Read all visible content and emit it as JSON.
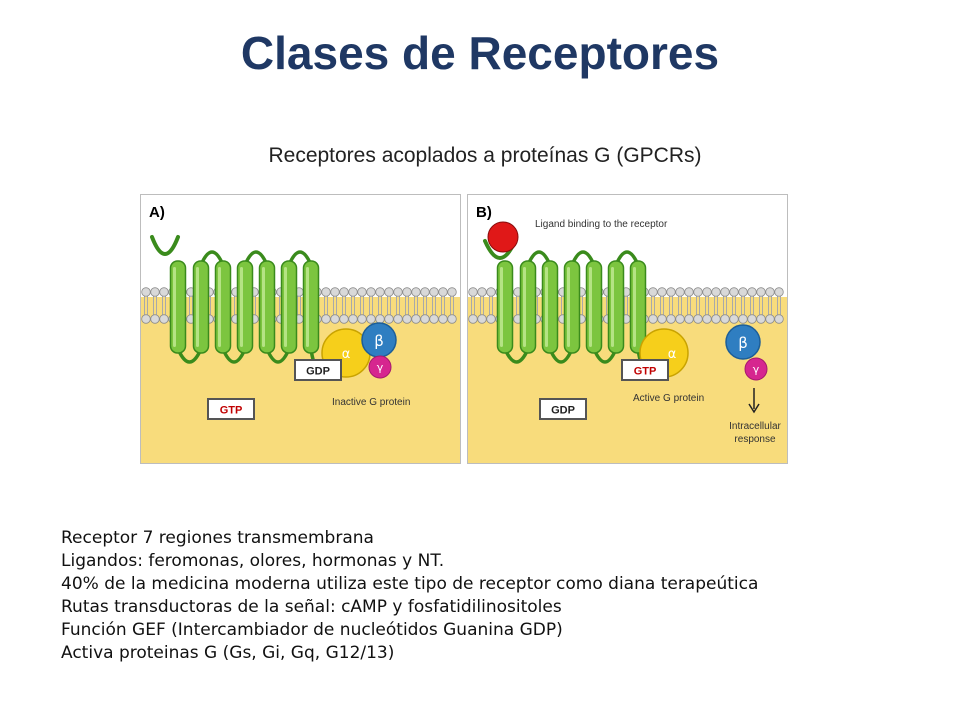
{
  "slide": {
    "title": "Clases de Receptores"
  },
  "diagram": {
    "title": "Receptores acoplados a proteínas G (GPCRs)",
    "panel_a": {
      "label": "A)",
      "gdp_box": "GDP",
      "gtp_box": "GTP",
      "alpha": "α",
      "beta": "β",
      "gamma": "γ",
      "caption": "Inactive G protein"
    },
    "panel_b": {
      "label": "B)",
      "ligand_caption": "Ligand binding to the receptor",
      "gtp_box": "GTP",
      "gdp_box": "GDP",
      "alpha": "α",
      "beta": "β",
      "gamma": "γ",
      "caption": "Active G protein",
      "response_line1": "Intracellular",
      "response_line2": "response"
    }
  },
  "bullets": [
    "Receptor 7 regiones transmembrana",
    "Ligandos: feromonas, olores, hormonas y NT.",
    "40% de la medicina moderna utiliza este tipo de receptor como diana terapeútica",
    "Rutas transductoras de la señal: cAMP y fosfatidilinositoles",
    "Función GEF (Intercambiador de nucleótidos Guanina GDP)",
    "Activa proteinas G (Gs, Gi, Gq, G12/13)"
  ],
  "colors": {
    "title": "#1f3864",
    "cytoplasm": "#f8dc7c",
    "helix": "#7cc53f",
    "alpha": "#f6cf1b",
    "beta": "#2f7ec1",
    "gamma": "#d6268f",
    "ligand": "#e01818",
    "gtp_text": "#c00000"
  }
}
